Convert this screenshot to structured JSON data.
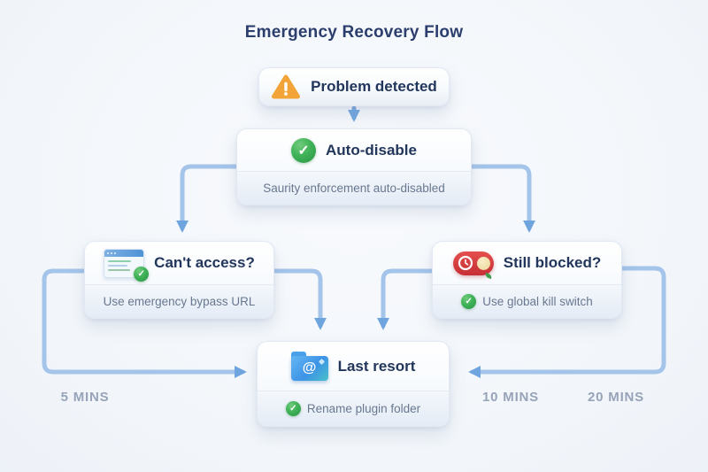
{
  "title": "Emergency Recovery Flow",
  "nodes": {
    "problem": {
      "title": "Problem detected",
      "icon": "warning-triangle-icon"
    },
    "auto_disable": {
      "title": "Auto-disable",
      "subtitle": "Saurity enforcement auto-disabled",
      "icon": "check-circle-icon"
    },
    "cant_access": {
      "title": "Can't access?",
      "subtitle": "Use emergency bypass URL",
      "icon": "browser-window-icon"
    },
    "still_blocked": {
      "title": "Still blocked?",
      "subtitle": "Use global kill switch",
      "icon": "kill-switch-toggle-icon",
      "subtitle_icon": "check-circle-icon"
    },
    "last_resort": {
      "title": "Last resort",
      "subtitle": "Rename plugin folder",
      "icon": "folder-at-icon",
      "subtitle_icon": "check-circle-icon"
    }
  },
  "timing_labels": {
    "left_path": "5 MINS",
    "inner_right_path": "10 MINS",
    "outer_right_path": "20 MINS"
  },
  "colors": {
    "background": "#f4f7fb",
    "title_text": "#2b3e6d",
    "node_title_text": "#22365c",
    "subtitle_text": "#68788f",
    "timing_text": "#97a3b8",
    "arrow_stroke": "#a4c4ea",
    "arrowhead_fill": "#6fa5de",
    "warning_orange": "#f2a438",
    "success_green": "#2e9e47",
    "danger_red": "#d03a3f",
    "folder_blue": "#3d93e6"
  }
}
